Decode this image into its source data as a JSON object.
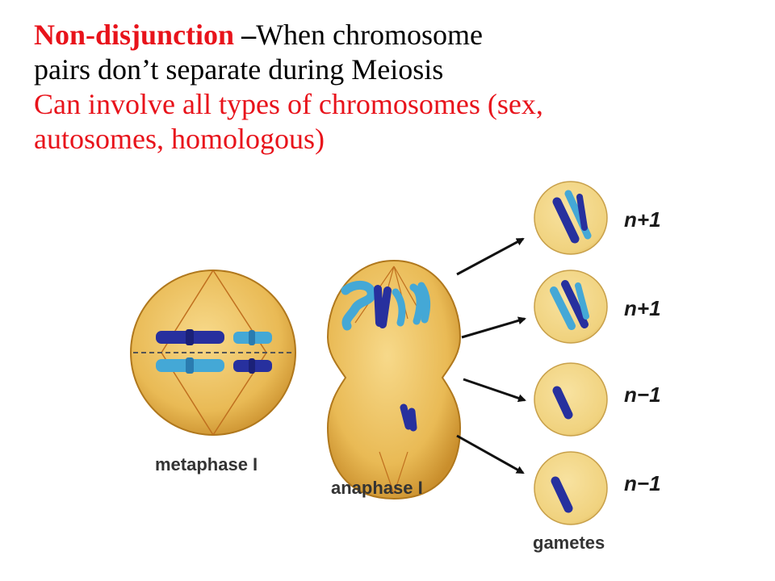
{
  "heading": {
    "term": "Non-disjunction",
    "dash": " –",
    "definition_part1": "When chromosome",
    "definition_part2": "pairs don’t separate during Meiosis"
  },
  "note": {
    "line1": "Can involve all types of chromosomes (sex,",
    "line2": "autosomes, homologous)"
  },
  "diagram": {
    "stages": {
      "metaphase": "metaphase I",
      "anaphase": "anaphase I",
      "gametes": "gametes"
    },
    "gamete_labels": [
      "n+1",
      "n+1",
      "n−1",
      "n−1"
    ],
    "colors": {
      "cell_fill": "#e9ba55",
      "cell_edge": "#b0781d",
      "gamete_fill": "#f0d27e",
      "dark_chromosome": "#27309e",
      "light_chromosome": "#44a8d6"
    }
  }
}
